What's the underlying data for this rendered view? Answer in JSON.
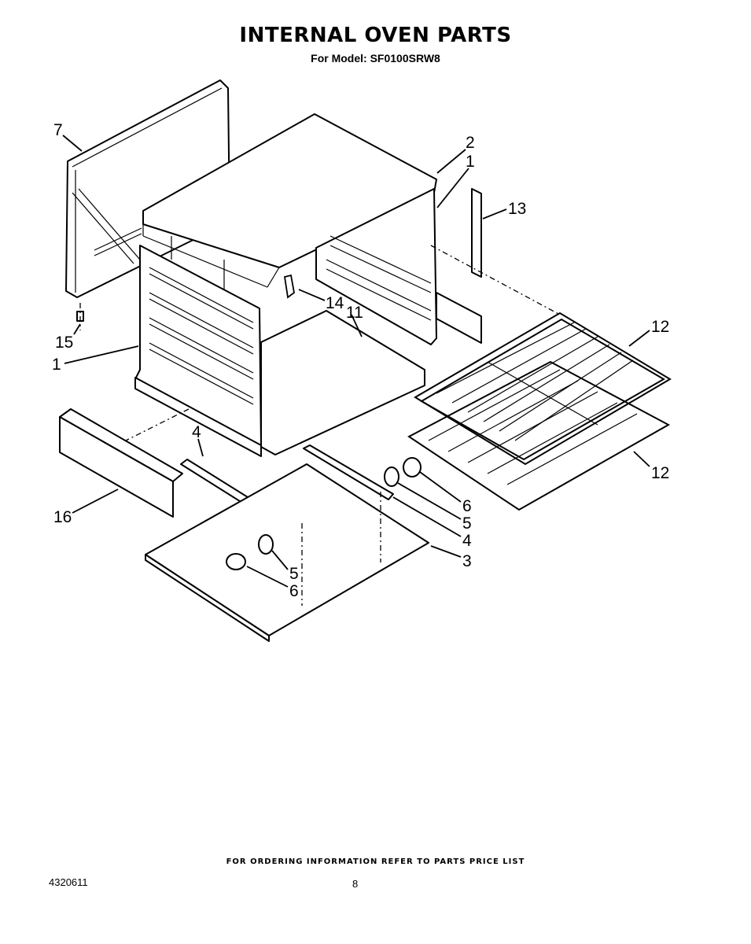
{
  "header": {
    "title": "INTERNAL OVEN PARTS",
    "subtitle": "For Model: SF0100SRW8"
  },
  "callouts": {
    "c7": "7",
    "c2": "2",
    "c1a": "1",
    "c13": "13",
    "c14": "14",
    "c11": "11",
    "c15": "15",
    "c1b": "1",
    "c12a": "12",
    "c12b": "12",
    "c4a": "4",
    "c16": "16",
    "c6a": "6",
    "c5a": "5",
    "c4b": "4",
    "c3": "3",
    "c5b": "5",
    "c6b": "6"
  },
  "footer": {
    "ordering_note": "FOR ORDERING INFORMATION REFER TO PARTS PRICE LIST",
    "doc_number": "4320611",
    "page_number": "8"
  }
}
